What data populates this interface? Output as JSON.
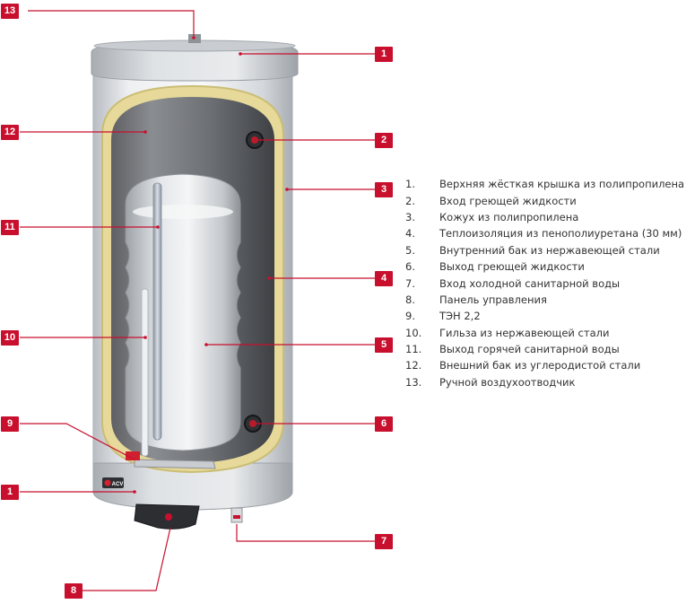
{
  "callouts": [
    {
      "id": "13",
      "label": "13"
    },
    {
      "id": "1-top",
      "label": "1"
    },
    {
      "id": "12",
      "label": "12"
    },
    {
      "id": "2",
      "label": "2"
    },
    {
      "id": "3",
      "label": "3"
    },
    {
      "id": "11",
      "label": "11"
    },
    {
      "id": "4",
      "label": "4"
    },
    {
      "id": "10",
      "label": "10"
    },
    {
      "id": "5",
      "label": "5"
    },
    {
      "id": "9",
      "label": "9"
    },
    {
      "id": "6",
      "label": "6"
    },
    {
      "id": "1-bottom",
      "label": "1"
    },
    {
      "id": "7",
      "label": "7"
    },
    {
      "id": "8",
      "label": "8"
    }
  ],
  "legend": [
    {
      "num": "1.",
      "text": "Верхняя жёсткая крышка из полипропилена"
    },
    {
      "num": "2.",
      "text": "Вход греющей жидкости"
    },
    {
      "num": "3.",
      "text": "Кожух из полипропилена"
    },
    {
      "num": "4.",
      "text": "Теплоизоляция из пенополиуретана (30 мм)"
    },
    {
      "num": "5.",
      "text": "Внутренний бак из нержавеющей стали"
    },
    {
      "num": "6.",
      "text": "Выход греющей жидкости"
    },
    {
      "num": "7.",
      "text": "Вход холодной санитарной воды"
    },
    {
      "num": "8.",
      "text": "Панель управления"
    },
    {
      "num": "9.",
      "text": "ТЭН 2,2"
    },
    {
      "num": "10.",
      "text": "Гильза из нержавеющей стали"
    },
    {
      "num": "11.",
      "text": "Выход горячей санитарной воды"
    },
    {
      "num": "12.",
      "text": "Внешний бак из углеродистой стали"
    },
    {
      "num": "13.",
      "text": "Ручной воздухоотводчик"
    }
  ],
  "logo": {
    "text": "ACV"
  },
  "colors": {
    "accent": "#c8102e",
    "leader": "#c8102e",
    "casing": "#e6e8ea",
    "insulation": "#e8dca0",
    "inner_tank": "#d9dde0",
    "legend_text": "#333333"
  }
}
